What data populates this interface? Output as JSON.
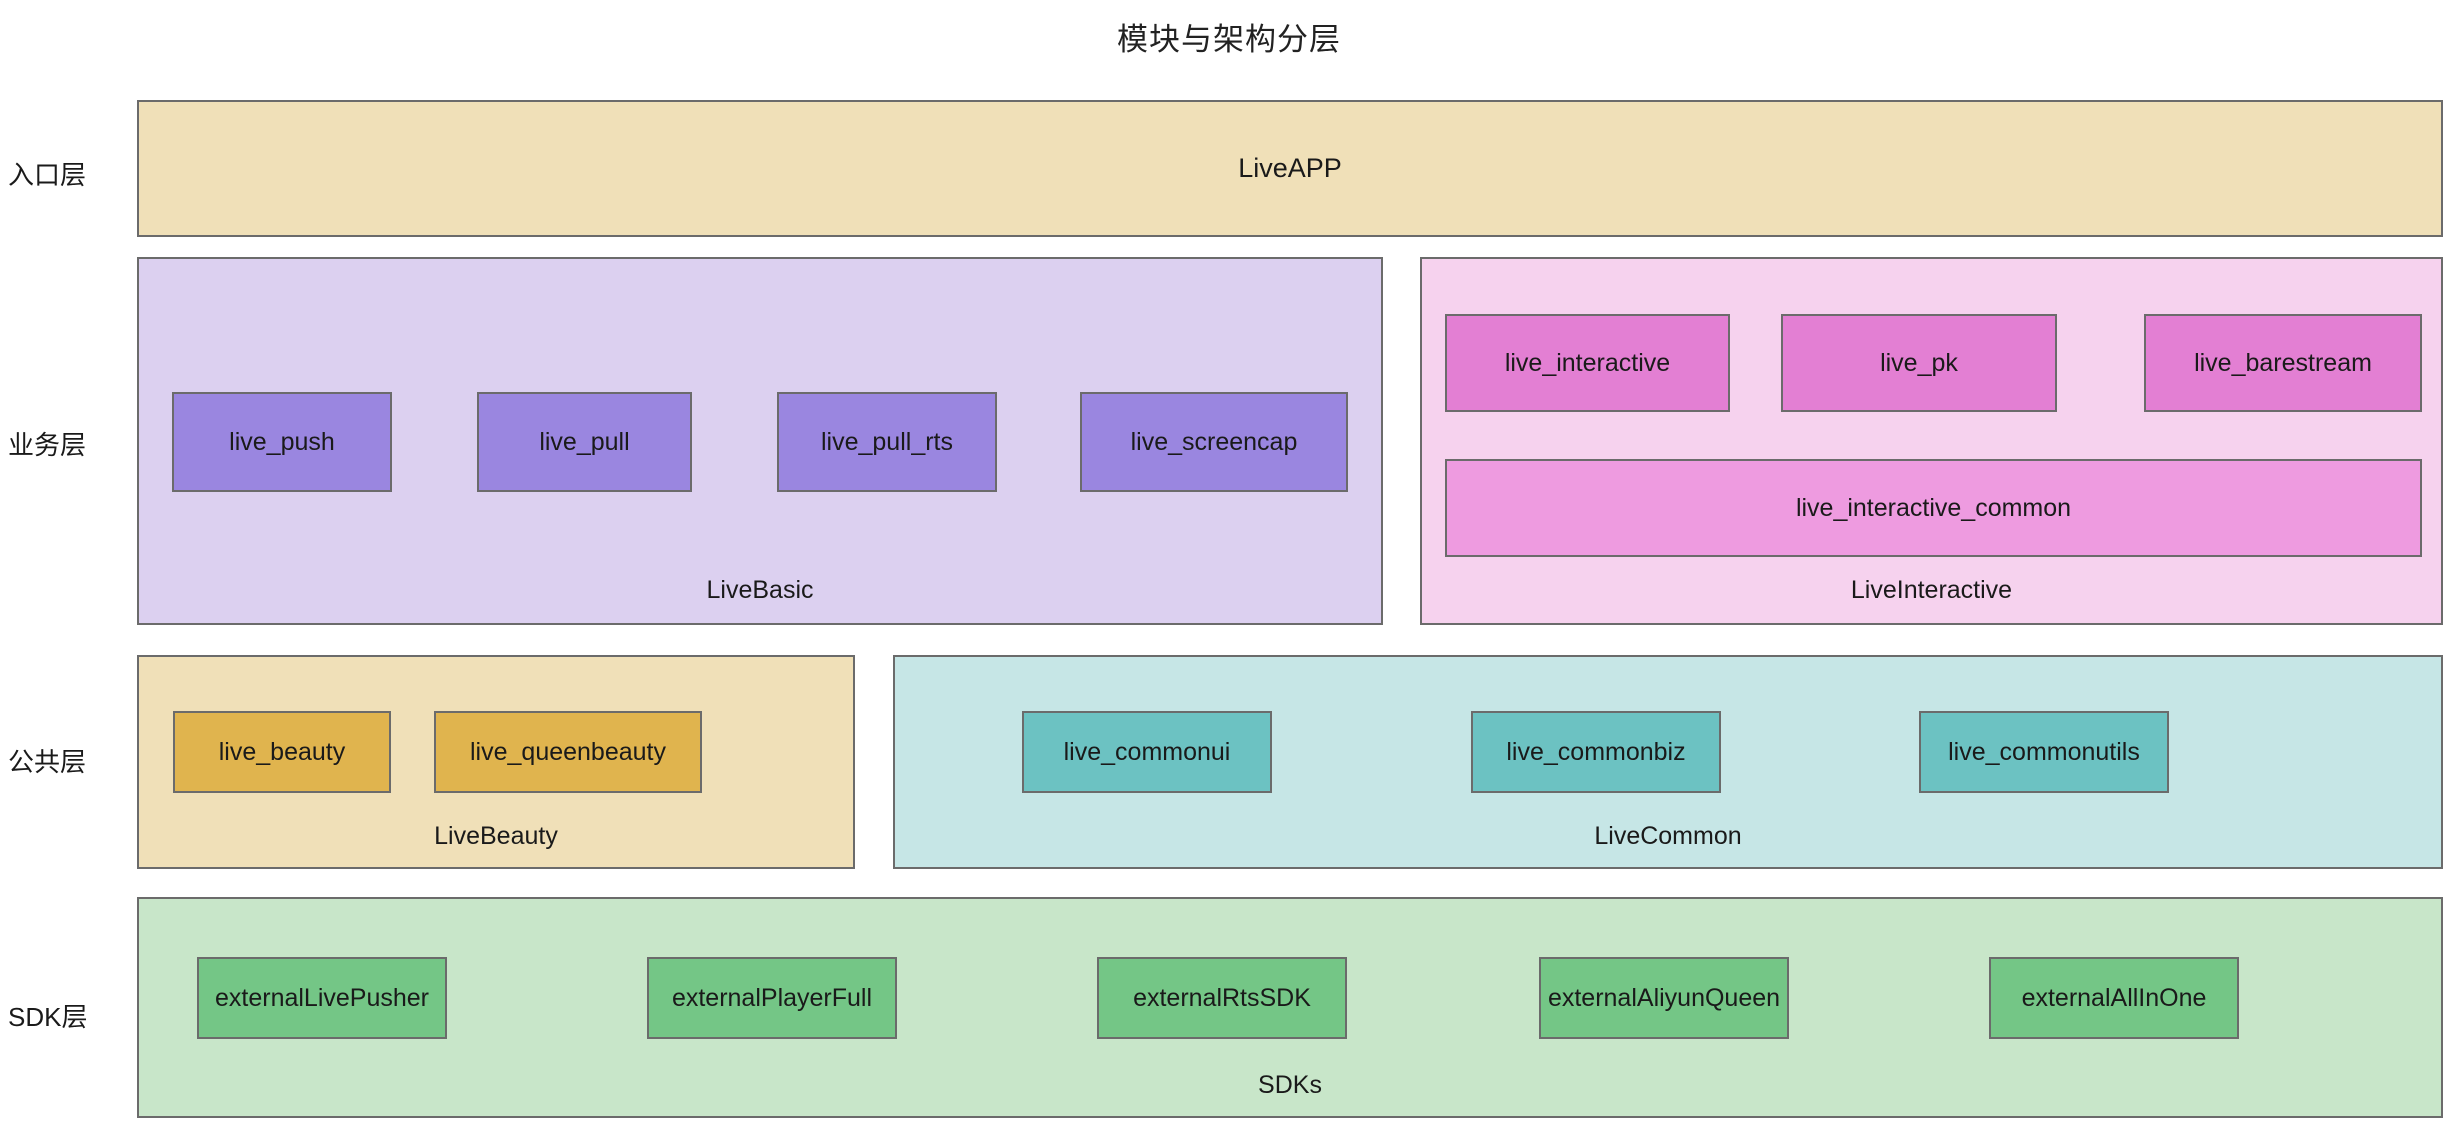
{
  "title": "模块与架构分层",
  "layers": [
    {
      "label": "入口层",
      "groups": [
        {
          "name": "LiveAPP",
          "show_name_centered": true,
          "modules": []
        }
      ]
    },
    {
      "label": "业务层",
      "groups": [
        {
          "name": "LiveBasic",
          "modules": [
            "live_push",
            "live_pull",
            "live_pull_rts",
            "live_screencap"
          ]
        },
        {
          "name": "LiveInteractive",
          "modules": [
            "live_interactive",
            "live_pk",
            "live_barestream",
            "live_interactive_common"
          ]
        }
      ]
    },
    {
      "label": "公共层",
      "groups": [
        {
          "name": "LiveBeauty",
          "modules": [
            "live_beauty",
            "live_queenbeauty"
          ]
        },
        {
          "name": "LiveCommon",
          "modules": [
            "live_commonui",
            "live_commonbiz",
            "live_commonutils"
          ]
        }
      ]
    },
    {
      "label": "SDK层",
      "groups": [
        {
          "name": "SDKs",
          "modules": [
            "externalLivePusher",
            "externalPlayerFull",
            "externalRtsSDK",
            "externalAliyunQueen",
            "externalAllInOne"
          ]
        }
      ]
    }
  ],
  "colors": {
    "background": "#FFFFFF",
    "border": "#6B6B6B",
    "entry_group_fill": "#F0E0B8",
    "livebasic_group_fill": "#DCD0F0",
    "livebasic_module_fill": "#9A86E0",
    "liveinteractive_group_fill": "#F6D2EE",
    "liveinteractive_module_fill": "#E37FD3",
    "liveinteractive_common_fill": "#EE9BE0",
    "livebeauty_group_fill": "#F0E0B8",
    "livebeauty_module_fill": "#E0B44E",
    "livecommon_group_fill": "#C6E6E6",
    "livecommon_module_fill": "#6CC2C2",
    "sdks_group_fill": "#C8E6C9",
    "sdks_module_fill": "#74C686"
  }
}
